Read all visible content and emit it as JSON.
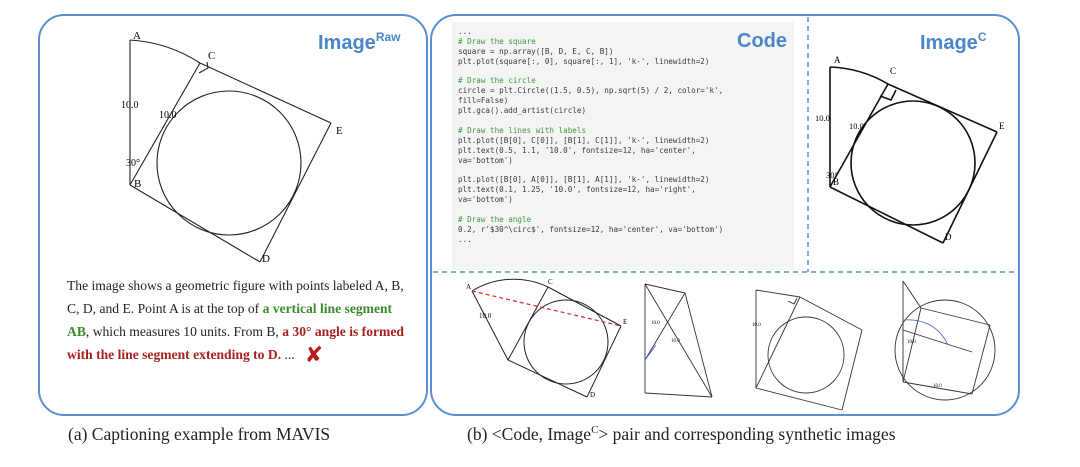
{
  "left_panel": {
    "title": "Image",
    "title_sup": "Raw",
    "figure_labels": {
      "A": "A",
      "B": "B",
      "C": "C",
      "D": "D",
      "E": "E",
      "len1": "10.0",
      "len2": "10.0",
      "angle": "30°"
    },
    "caption_plain_1": "The image shows a geometric figure with points labeled A, B, C, D, and E. Point A is at the top of ",
    "caption_green": "a vertical line segment AB",
    "caption_plain_2": ", which measures 10 units. From B, ",
    "caption_red": "a 30° angle is formed with the line segment extending to D.",
    "caption_plain_3": " ..."
  },
  "code_panel": {
    "title": "Code",
    "lines": [
      {
        "t": "...",
        "c": "plain"
      },
      {
        "t": "# Draw the square",
        "c": "cm"
      },
      {
        "t": "square = np.array([B, D, E, C, B])",
        "c": "plain"
      },
      {
        "t": "plt.plot(square[:, 0], square[:, 1], 'k-', linewidth=2)",
        "c": "plain"
      },
      {
        "t": "",
        "c": "plain"
      },
      {
        "t": "# Draw the circle",
        "c": "cm"
      },
      {
        "t": "circle = plt.Circle((1.5, 0.5), np.sqrt(5) / 2, color='k',",
        "c": "plain"
      },
      {
        "t": "fill=False)",
        "c": "plain"
      },
      {
        "t": "plt.gca().add_artist(circle)",
        "c": "plain"
      },
      {
        "t": "",
        "c": "plain"
      },
      {
        "t": "# Draw the lines with labels",
        "c": "cm"
      },
      {
        "t": "plt.plot([B[0], C[0]], [B[1], C[1]], 'k-', linewidth=2)",
        "c": "plain"
      },
      {
        "t": "plt.text(0.5, 1.1, '10.0', fontsize=12, ha='center',",
        "c": "plain"
      },
      {
        "t": "va='bottom')",
        "c": "plain"
      },
      {
        "t": "",
        "c": "plain"
      },
      {
        "t": "plt.plot([B[0], A[0]], [B[1], A[1]], 'k-', linewidth=2)",
        "c": "plain"
      },
      {
        "t": "plt.text(0.1, 1.25, '10.0', fontsize=12, ha='right',",
        "c": "plain"
      },
      {
        "t": "va='bottom')",
        "c": "plain"
      },
      {
        "t": "",
        "c": "plain"
      },
      {
        "t": "# Draw the angle",
        "c": "cm"
      },
      {
        "t": "0.2, r'$30^\\circ$', fontsize=12, ha='center', va='bottom')",
        "c": "plain"
      },
      {
        "t": "...",
        "c": "plain"
      }
    ]
  },
  "imagec_panel": {
    "title": "Image",
    "title_sup": "C",
    "figure_labels": {
      "A": "A",
      "B": "B",
      "C": "C",
      "D": "D",
      "E": "E",
      "len1": "10.0",
      "len2": "10.0",
      "angle": "30°"
    }
  },
  "synthetic": {
    "s1": {
      "A": "A",
      "C": "C",
      "E": "E",
      "D": "D",
      "len": "10.0"
    },
    "s2": {
      "len1": "10.0",
      "len2": "10.0"
    },
    "s3": {
      "len": "10.0"
    },
    "s4": {
      "len1": "10.0",
      "len2": "10.0"
    }
  },
  "captions": {
    "a": "(a) Captioning example from MAVIS",
    "b_pre": "(b) <Code, Image",
    "b_sup": "C",
    "b_post": "> pair and corresponding synthetic images"
  }
}
